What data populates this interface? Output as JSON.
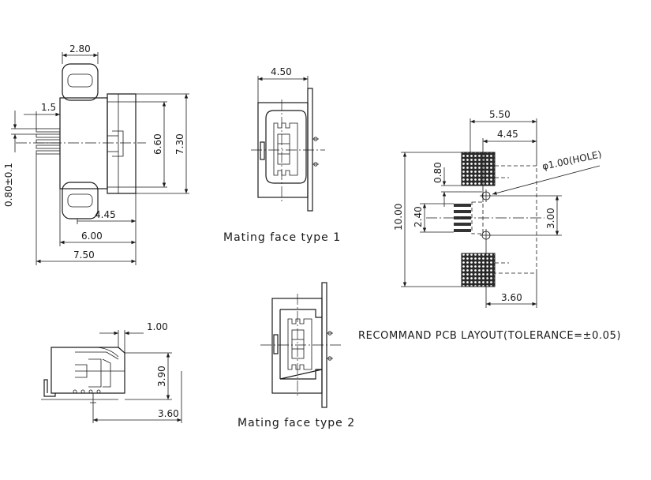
{
  "top_view": {
    "dims": [
      "2.80",
      "1.5",
      "6.60",
      "7.30",
      "0.80±0.1",
      "4.45",
      "6.00",
      "7.50"
    ]
  },
  "side_view": {
    "dims": [
      "1.00",
      "3.90",
      "3.60"
    ]
  },
  "mating_face_1": {
    "dim_width": "4.50",
    "caption": "Mating face type 1"
  },
  "mating_face_2": {
    "caption": "Mating face type 2"
  },
  "pcb_layout": {
    "dims": [
      "5.50",
      "4.45",
      "0.80",
      "10.00",
      "2.40",
      "3.00",
      "3.60"
    ],
    "hole_label": "φ1.00(HOLE)",
    "note": "RECOMMAND PCB LAYOUT(TOLERANCE=±0.05)"
  }
}
